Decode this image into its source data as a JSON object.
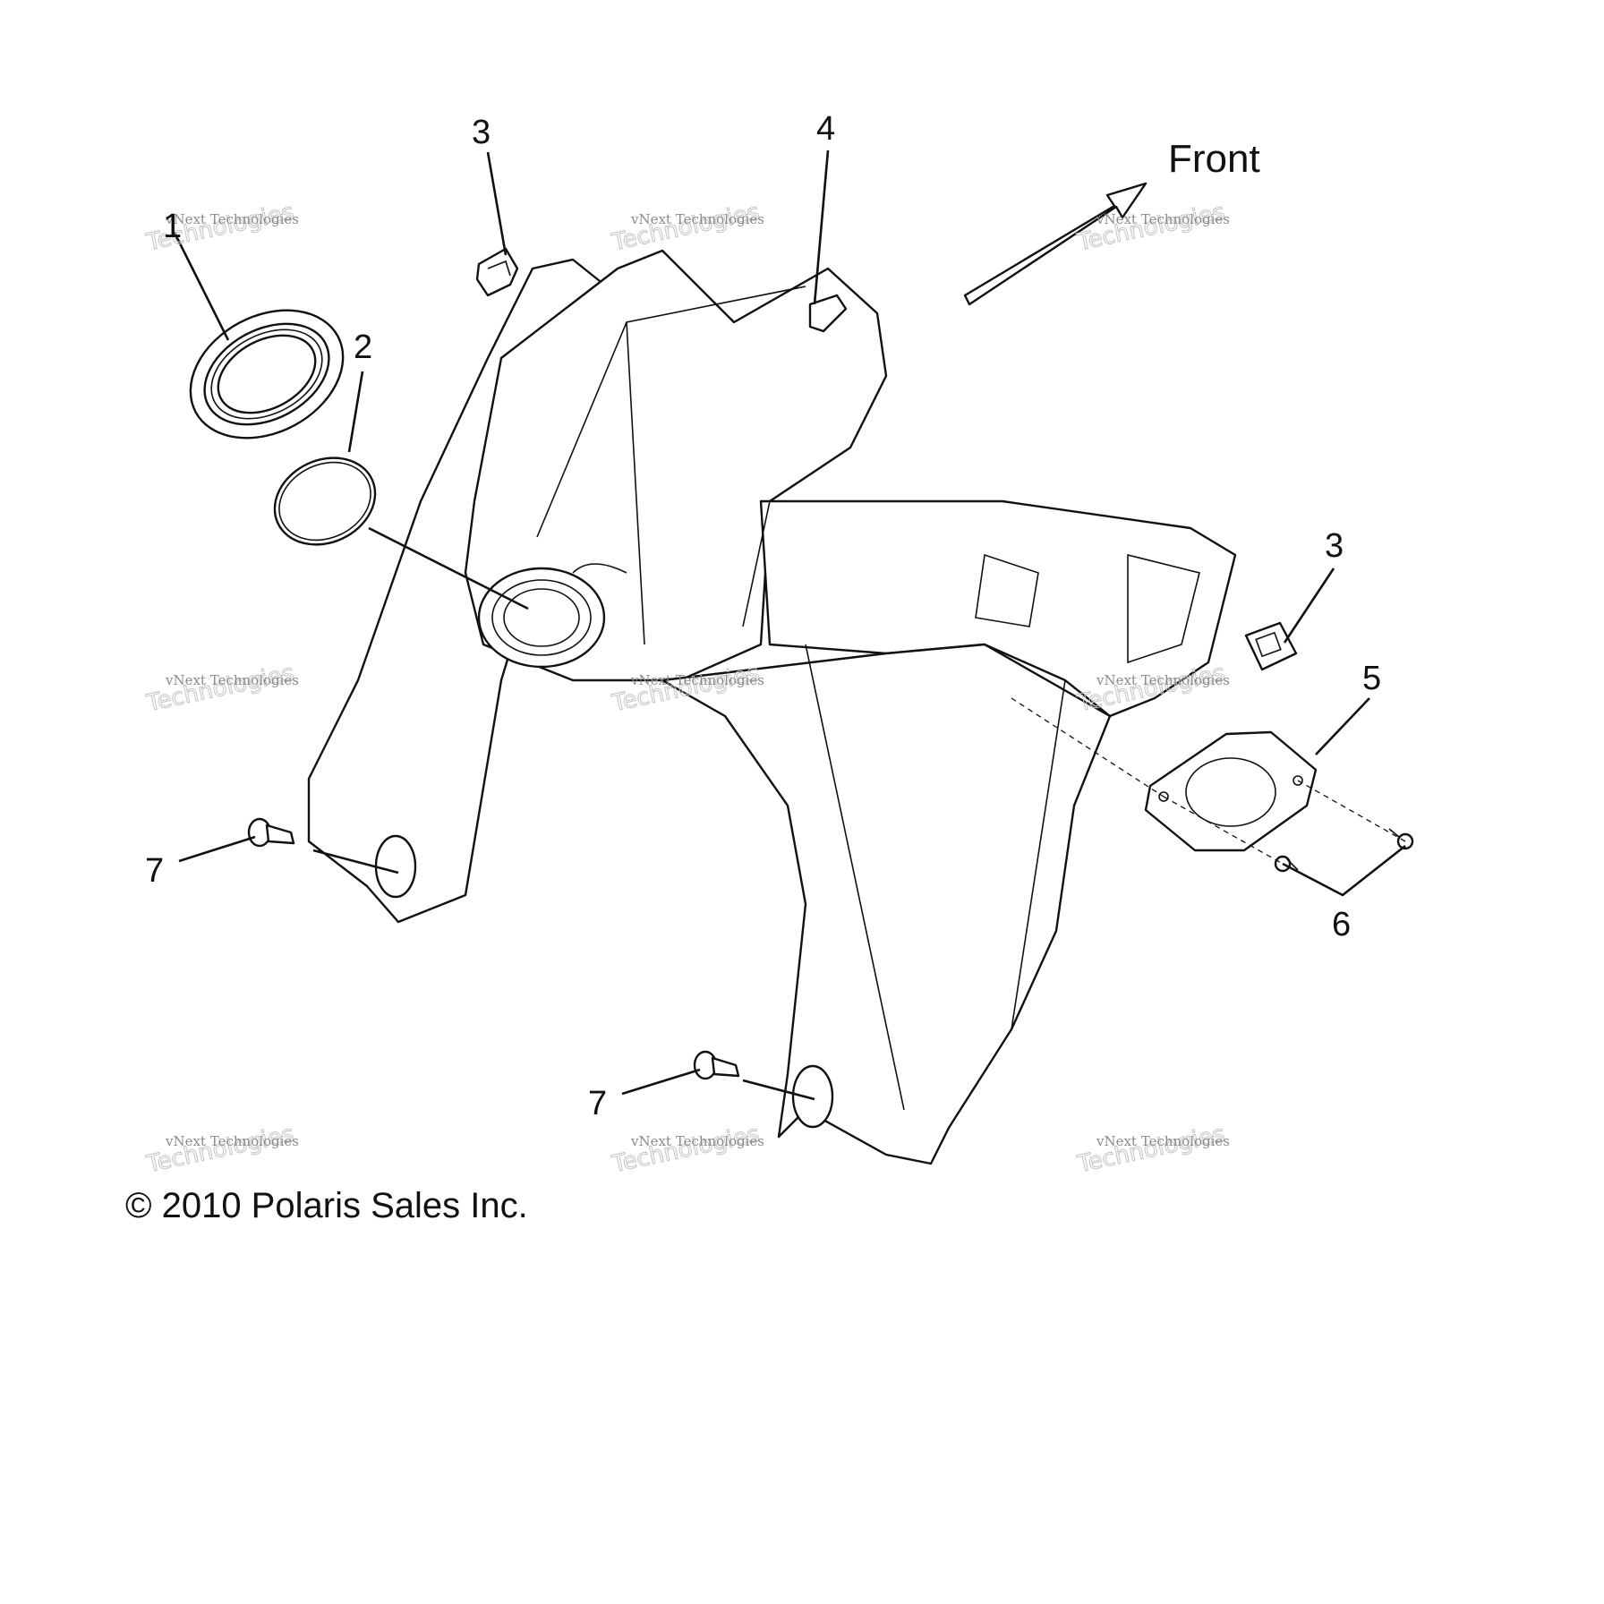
{
  "callouts": {
    "c1": "1",
    "c2": "2",
    "c3a": "3",
    "c3b": "3",
    "c4": "4",
    "c5": "5",
    "c6": "6",
    "c7a": "7",
    "c7b": "7"
  },
  "front_label": "Front",
  "copyright": "© 2010 Polaris Sales Inc.",
  "watermark": {
    "line1": "vNext Technologies",
    "line2": "Technologies",
    "line3": "vNext"
  }
}
